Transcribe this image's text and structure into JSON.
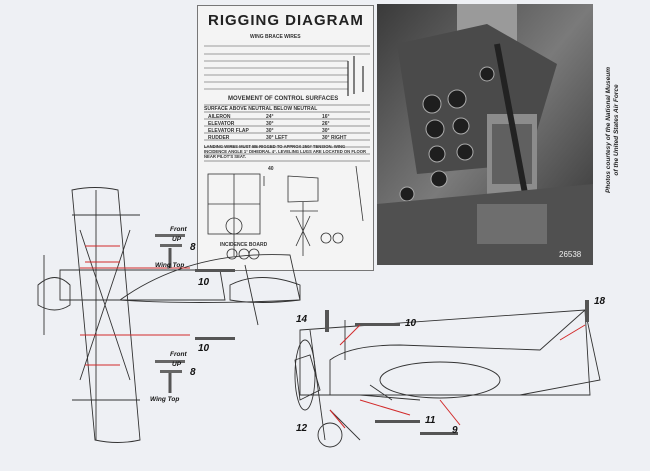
{
  "rigging": {
    "title": "RIGGING DIAGRAM",
    "wing_brace_heading": "WING BRACE WIRES",
    "control_heading": "MOVEMENT OF CONTROL SURFACES",
    "control_columns": "SURFACE    ABOVE NEUTRAL   BELOW NEUTRAL",
    "control_rows": [
      {
        "surface": "AILERON",
        "above": "24°",
        "below": "16°"
      },
      {
        "surface": "ELEVATOR",
        "above": "30°",
        "below": "26°"
      },
      {
        "surface": "ELEVATOR FLAP",
        "above": "30°",
        "below": "30°"
      },
      {
        "surface": "RUDDER",
        "above": "30° LEFT",
        "below": "30° RIGHT"
      }
    ],
    "note": "LANDING WIRES MUST BE RIGGED TO APPROX 250# TENSION. WING INCIDENCE ANGLE 1°  DIHEDRAL 4°. LEVELING LUGS ARE LOCATED ON FLOOR NEAR PILOT'S SEAT.",
    "incidence_label": "INCIDENCE BOARD",
    "dim_40": "40"
  },
  "photo": {
    "serial": "26538"
  },
  "credit": {
    "line1": "Photos courtesy of the National Museum",
    "line2": "of the United States Air Force"
  },
  "callouts": {
    "front_top": "Front",
    "up_top": "UP",
    "n8_top": "8",
    "wing_top_1": "Wing Top",
    "n10_a": "10",
    "n10_b": "10",
    "n14": "14",
    "n10_c": "10",
    "n18": "18",
    "front_bottom": "Front",
    "up_bottom": "UP",
    "n8_bottom": "8",
    "wing_top_2": "Wing Top",
    "n11": "11",
    "n12": "12",
    "n9": "9"
  },
  "colors": {
    "arrow": "#d22a2a",
    "line": "#333333"
  }
}
